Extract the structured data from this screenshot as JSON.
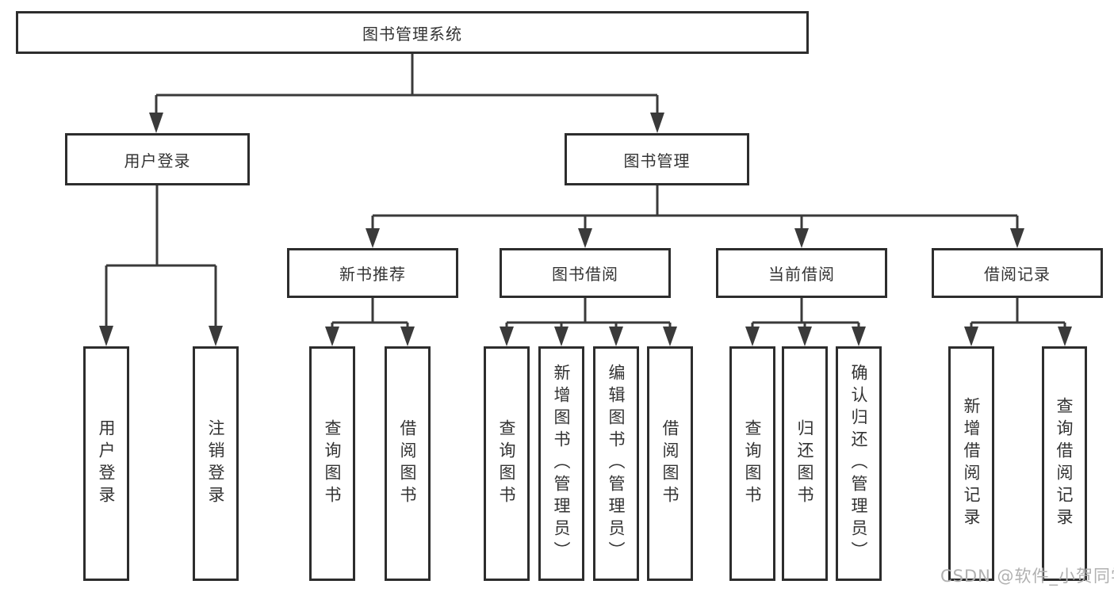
{
  "colors": {
    "background": "#ffffff",
    "line": "#3a3a3a",
    "box_border": "#2d2d2d",
    "text": "#333333",
    "watermark": "#b0b0b0"
  },
  "tree": {
    "label": "图书管理系统",
    "children": [
      {
        "label": "用户登录",
        "children": [
          {
            "label": "用户登录"
          },
          {
            "label": "注销登录"
          }
        ]
      },
      {
        "label": "图书管理",
        "children": [
          {
            "label": "新书推荐",
            "children": [
              {
                "label": "查询图书"
              },
              {
                "label": "借阅图书"
              }
            ]
          },
          {
            "label": "图书借阅",
            "children": [
              {
                "label": "查询图书"
              },
              {
                "label": "新增图书（管理员）"
              },
              {
                "label": "编辑图书（管理员）"
              },
              {
                "label": "借阅图书"
              }
            ]
          },
          {
            "label": "当前借阅",
            "children": [
              {
                "label": "查询图书"
              },
              {
                "label": "归还图书"
              },
              {
                "label": "确认归还（管理员）"
              }
            ]
          },
          {
            "label": "借阅记录",
            "children": [
              {
                "label": "新增借阅记录"
              },
              {
                "label": "查询借阅记录"
              }
            ]
          }
        ]
      }
    ]
  },
  "watermark": {
    "text": "CSDN @软件_小贺同学"
  }
}
